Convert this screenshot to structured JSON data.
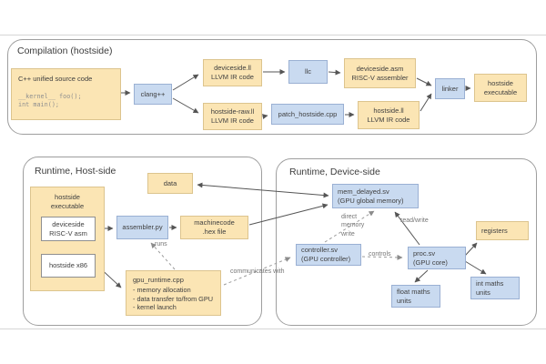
{
  "sections": {
    "compilation": {
      "title": "Compilation (hostside)"
    },
    "runtime_host": {
      "title": "Runtime, Host-side"
    },
    "runtime_device": {
      "title": "Runtime, Device-side"
    }
  },
  "nodes": {
    "cpp_source": {
      "title": "C++ unified source code",
      "code": "__kernel__ foo();\nint main();"
    },
    "clang": {
      "label": "clang++"
    },
    "deviceside_ll": {
      "label": "deviceside.ll\nLLVM IR code"
    },
    "llc": {
      "label": "llc"
    },
    "deviceside_asm": {
      "label": "deviceside.asm\nRISC-V assembler"
    },
    "hostside_raw_ll": {
      "label": "hostside-raw.ll\nLLVM IR code"
    },
    "patch_hostside": {
      "label": "patch_hostside.cpp"
    },
    "hostside_ll": {
      "label": "hostside.ll\nLLVM IR code"
    },
    "linker": {
      "label": "linker"
    },
    "hostside_executable_out": {
      "label": "hostside\nexecutable"
    },
    "data": {
      "label": "data"
    },
    "hostside_executable_rt": {
      "label": "hostside\nexecutable"
    },
    "deviceside_riscv_asm": {
      "label": "deviceside\nRISC-V asm"
    },
    "hostside_x86": {
      "label": "hostside x86"
    },
    "assembler_py": {
      "label": "assembler.py"
    },
    "machinecode_hex": {
      "label": "machinecode\n.hex file"
    },
    "gpu_runtime": {
      "title": "gpu_runtime.cpp",
      "bullets": [
        "- memory allocation",
        "- data transfer to/from GPU",
        "- kernel launch"
      ]
    },
    "mem_delayed": {
      "label": "mem_delayed.sv\n(GPU global memory)"
    },
    "controller": {
      "label": "controller.sv\n(GPU controller)"
    },
    "proc": {
      "label": "proc.sv\n(GPU core)"
    },
    "registers": {
      "label": "registers"
    },
    "float_maths": {
      "label": "float maths\nunits"
    },
    "int_maths": {
      "label": "int maths\nunits"
    }
  },
  "edge_labels": {
    "runs": "runs",
    "communicates_with": "communicates with",
    "direct_memory_write": "direct\nmemory\nwrite",
    "read_write": "read/write",
    "controls": "controls"
  },
  "colors": {
    "yellow_fill": "#fbe5b4",
    "yellow_border": "#dcc48e",
    "blue_fill": "#c9daf0",
    "blue_border": "#9ab0d3",
    "white_border": "#8f8f8f",
    "section_border": "#9e9e9e",
    "arrow": "#555555",
    "dashed": "#999999",
    "text": "#3f3f3f",
    "code": "#8f8f8f",
    "edge_text": "#757575",
    "canvas_edge": "#d6d6d6"
  }
}
